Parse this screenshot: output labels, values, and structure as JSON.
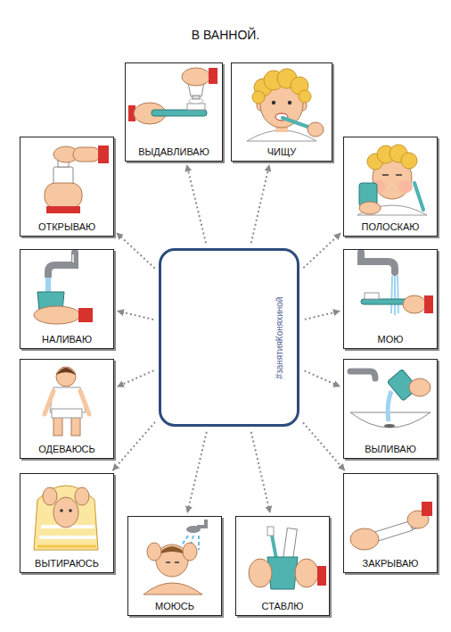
{
  "diagram": {
    "title": "В ВАННОЙ.",
    "nodes": [
      {
        "text": [
          "#занятияКоняхиной"
        ]
      },
      {
        "text": [
          "ВЫДАВЛИВАЮ"
        ]
      },
      {
        "text": [
          "ЧИЩУ"
        ]
      },
      {
        "text": [
          "ОТКРЫВАЮ"
        ]
      },
      {
        "text": [
          "ПОЛОСКАЮ"
        ]
      },
      {
        "text": [
          "НАЛИВАЮ"
        ]
      },
      {
        "text": [
          "МОЮ"
        ]
      },
      {
        "text": [
          "ОДЕВАЮСЬ"
        ]
      },
      {
        "text": [
          "ВЫЛИВАЮ"
        ]
      },
      {
        "text": [
          "ВЫТИРАЮСЬ"
        ]
      },
      {
        "text": [
          "ЗАКРЫВАЮ"
        ]
      },
      {
        "text": [
          "МОЮСЬ"
        ]
      },
      {
        "text": [
          "СТАВЛЮ"
        ]
      }
    ],
    "edges": [
      {
        "from": 0,
        "to": 1,
        "arrow": "to"
      },
      {
        "from": 0,
        "to": 2,
        "arrow": "to"
      },
      {
        "from": 0,
        "to": 3,
        "arrow": "to"
      },
      {
        "from": 0,
        "to": 4,
        "arrow": "to"
      },
      {
        "from": 0,
        "to": 5,
        "arrow": "to"
      },
      {
        "from": 0,
        "to": 6,
        "arrow": "to"
      },
      {
        "from": 0,
        "to": 7,
        "arrow": "to"
      },
      {
        "from": 0,
        "to": 8,
        "arrow": "to"
      },
      {
        "from": 0,
        "to": 9,
        "arrow": "to"
      },
      {
        "from": 0,
        "to": 10,
        "arrow": "to"
      },
      {
        "from": 0,
        "to": 11,
        "arrow": "to"
      },
      {
        "from": 0,
        "to": 12,
        "arrow": "to"
      }
    ]
  }
}
